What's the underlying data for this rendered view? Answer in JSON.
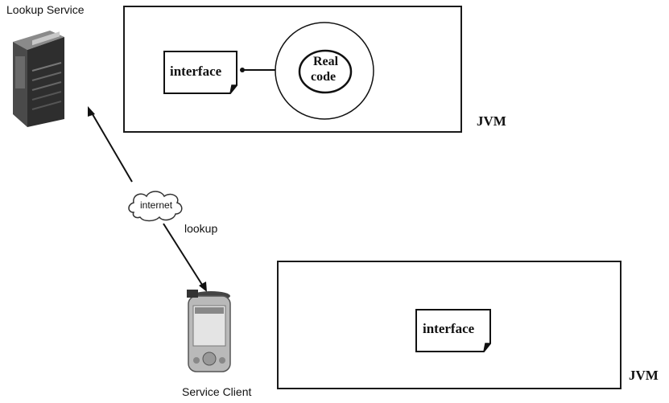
{
  "labels": {
    "lookup_service": "Lookup Service",
    "service_client": "Service Client",
    "internet": "internet",
    "lookup": "lookup"
  },
  "jvm_top": {
    "interface": "interface",
    "real_code_line1": "Real",
    "real_code_line2": "code",
    "jvm": "JVM"
  },
  "jvm_bottom": {
    "interface": "interface",
    "jvm": "JVM"
  },
  "icons": {
    "server": "server-icon",
    "pda": "pda-icon",
    "cloud": "cloud-icon"
  }
}
